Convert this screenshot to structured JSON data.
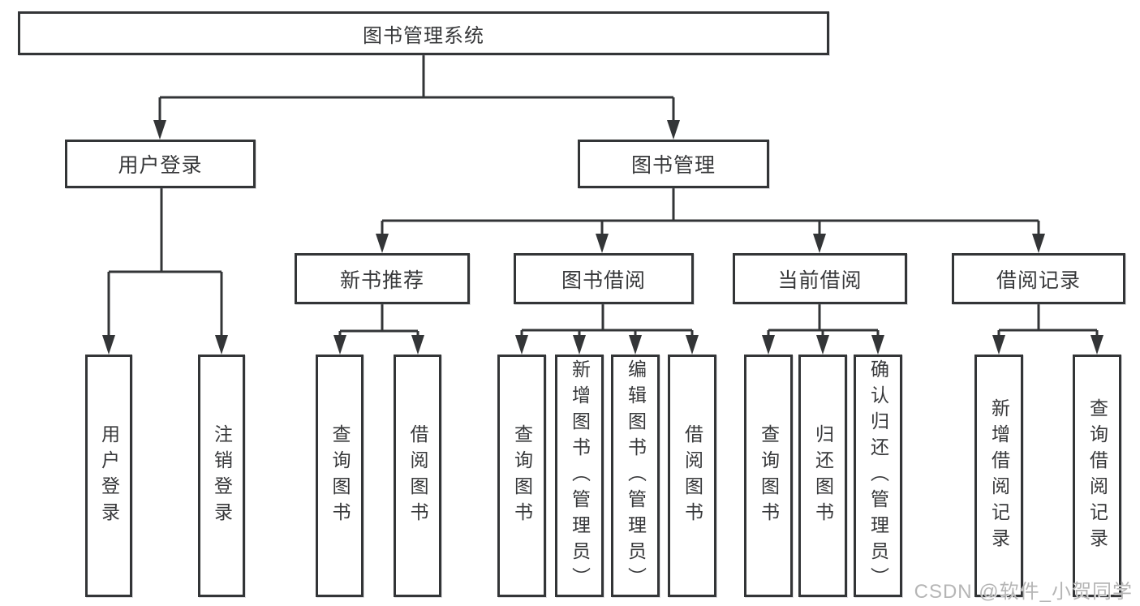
{
  "diagram_title": "图书管理系统",
  "colors": {
    "line": "#333537",
    "node_border": "#333537",
    "node_fill": "#ffffff",
    "text": "#37383a",
    "watermark": "#b5b5b5",
    "background": "#ffffff"
  },
  "nodes": {
    "root": {
      "label": "图书管理系统"
    },
    "user_login": {
      "label": "用户登录"
    },
    "book_management": {
      "label": "图书管理"
    },
    "new_book_recommend": {
      "label": "新书推荐"
    },
    "book_borrow": {
      "label": "图书借阅"
    },
    "current_borrow": {
      "label": "当前借阅"
    },
    "borrow_records": {
      "label": "借阅记录"
    },
    "login_user_login": {
      "label": "用户登录"
    },
    "login_logout": {
      "label": "注销登录"
    },
    "recommend_query_books": {
      "label": "查询图书"
    },
    "recommend_borrow_books": {
      "label": "借阅图书"
    },
    "borrow_query_books": {
      "label": "查询图书"
    },
    "borrow_add_books": {
      "label": "新增图书（管理员）"
    },
    "borrow_edit_books": {
      "label": "编辑图书（管理员）"
    },
    "borrow_borrow_books": {
      "label": "借阅图书"
    },
    "current_query_books": {
      "label": "查询图书"
    },
    "current_return_books": {
      "label": "归还图书"
    },
    "current_confirm_return": {
      "label": "确认归还（管理员）"
    },
    "records_add_record": {
      "label": "新增借阅记录"
    },
    "records_query_record": {
      "label": "查询借阅记录"
    }
  },
  "watermark": {
    "text": "CSDN @软件_小贺同学"
  }
}
